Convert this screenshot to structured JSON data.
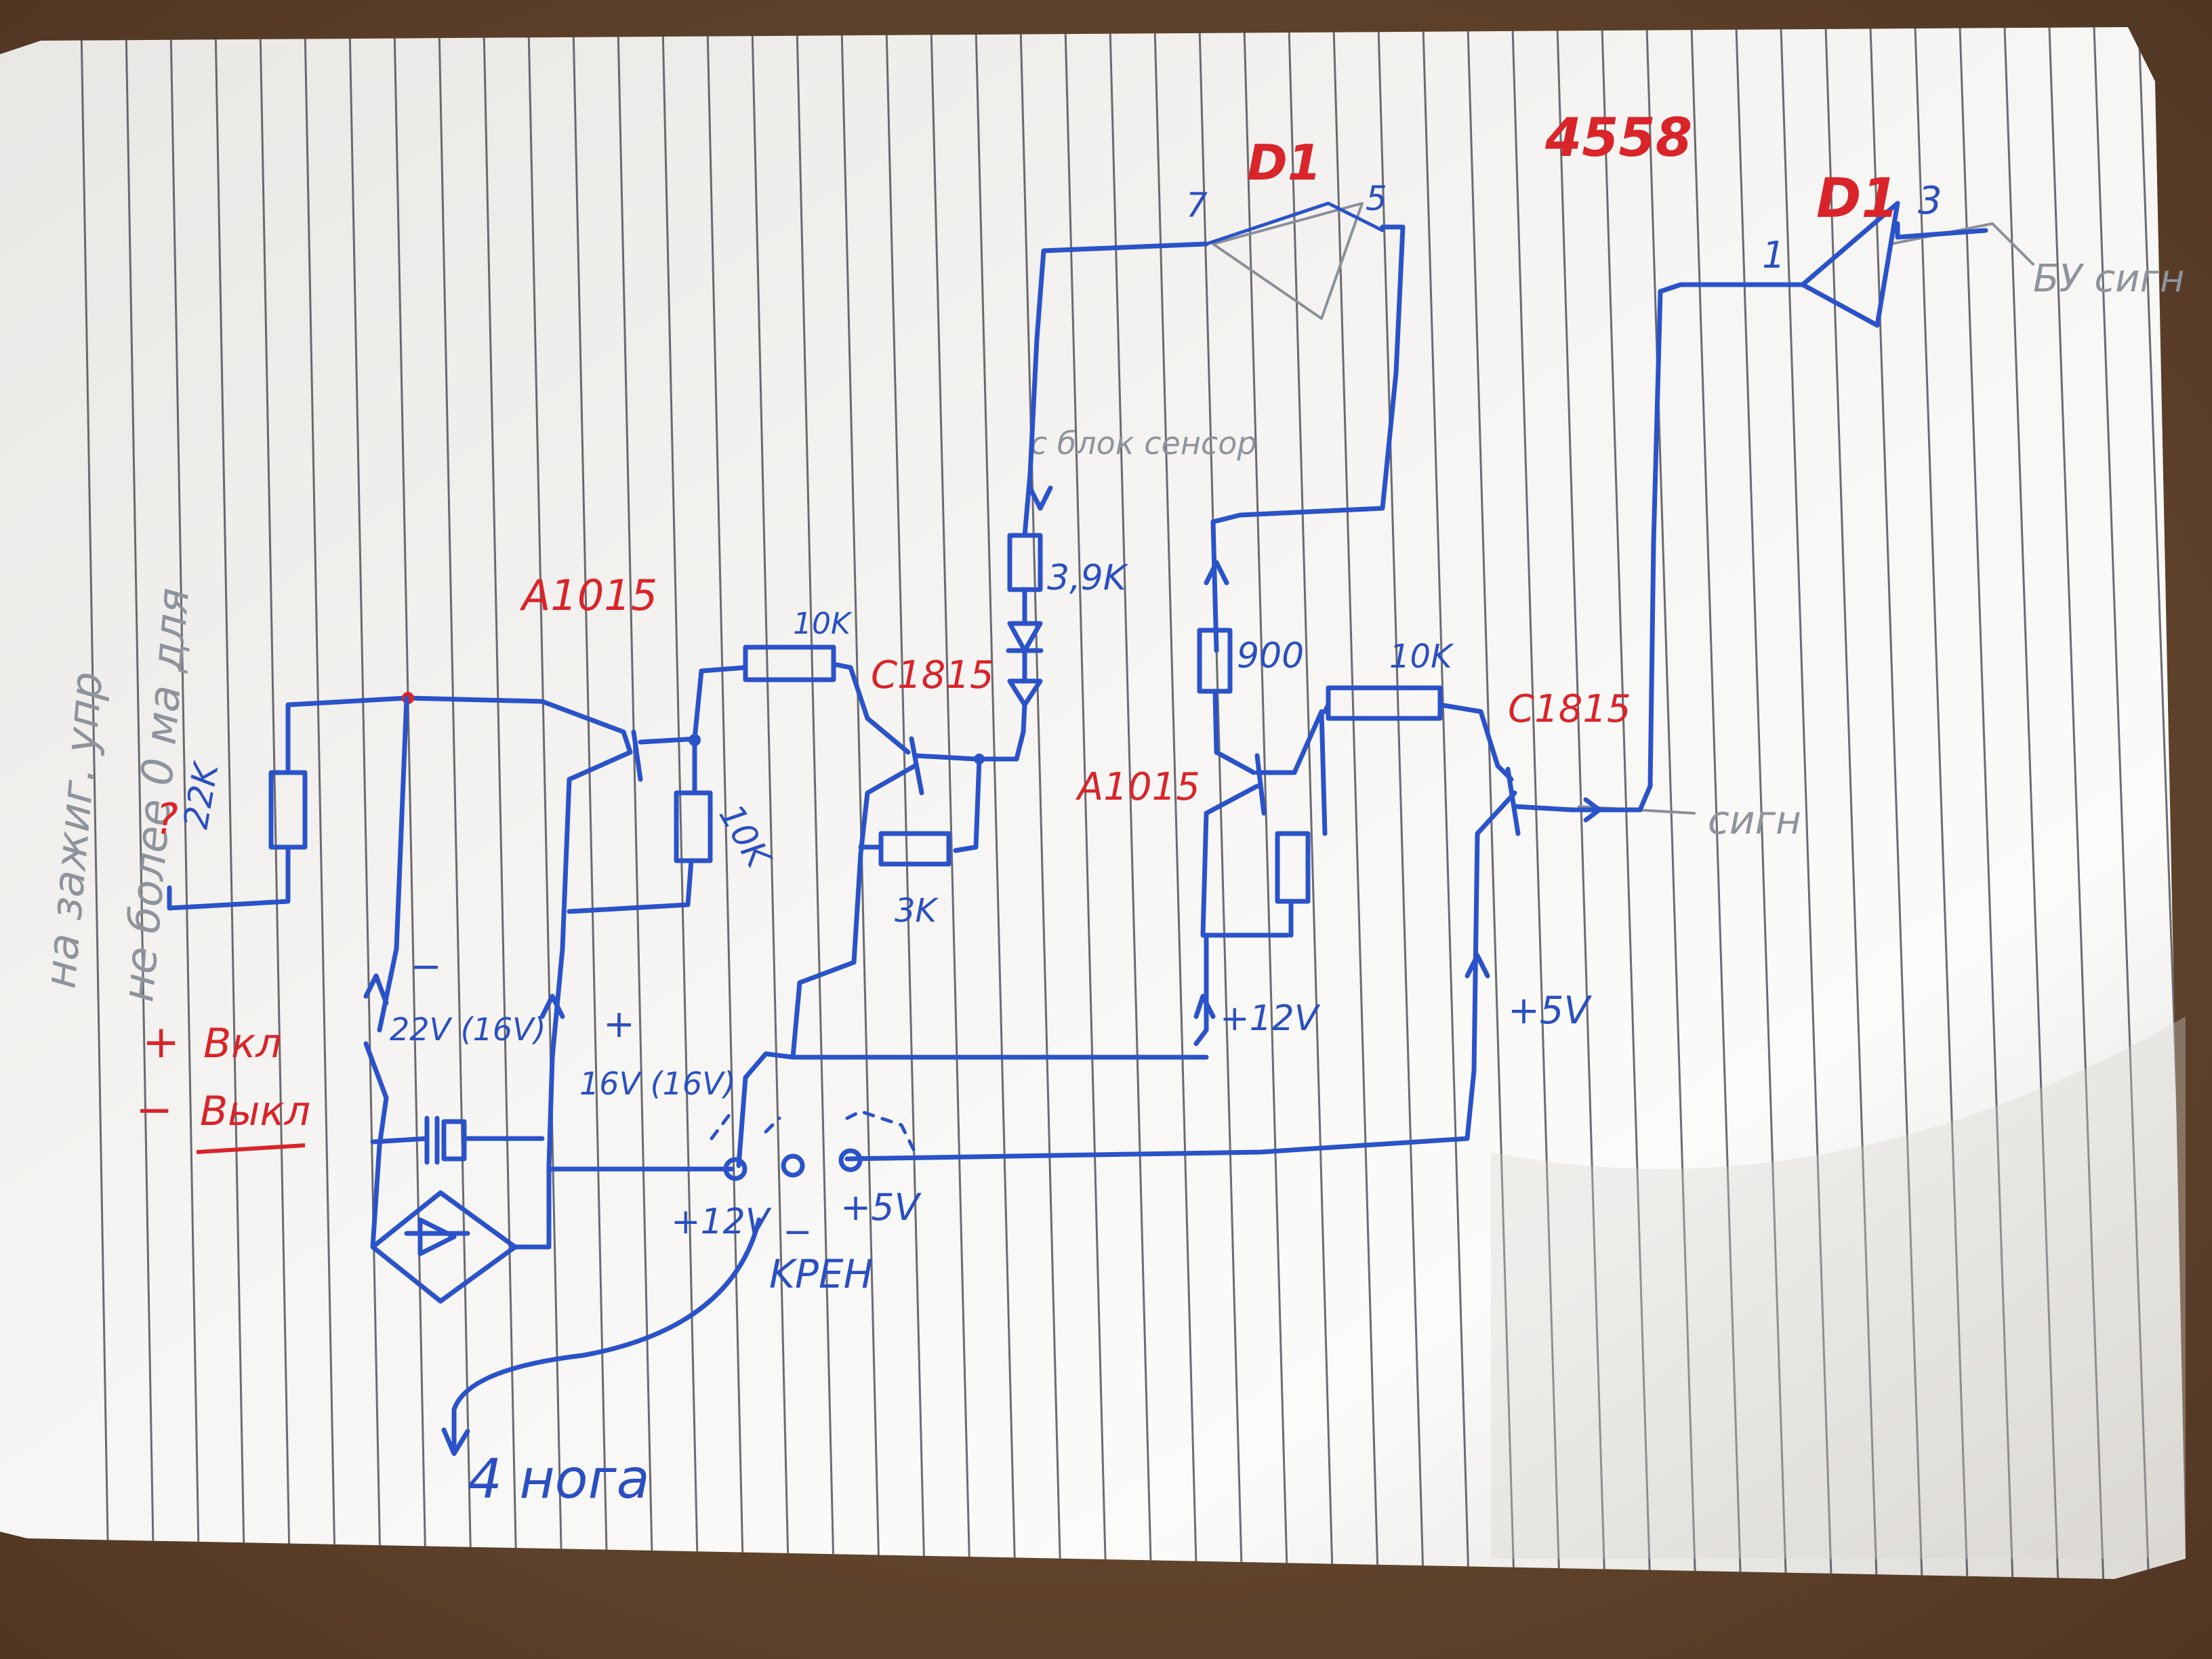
{
  "labels": {
    "top_chip_left": "D1",
    "top_chip_left_pin_in": "7",
    "top_chip_left_pin_out": "5",
    "top_chip_right": "D1",
    "top_chip_right_pin_in": "1",
    "top_chip_right_pin_out": "3",
    "ic_number": "4558",
    "transistor_left": "A1015",
    "transistor_mid": "C1815",
    "transistor_right_pnp": "A1015",
    "transistor_right_npn": "C1815",
    "res_22k": "22K",
    "res_10k_top": "10K",
    "res_10k_vertical": "10K",
    "res_3k": "3K",
    "res_39k": "3,9K",
    "res_900": "900",
    "res_10k_right": "10K",
    "plus_12v_right": "+12V",
    "plus_5v_right": "+5V",
    "plus_12v_bottom": "+12V",
    "minus_bottom": "−",
    "plus_5v_bottom": "+5V",
    "kren": "KPEH",
    "cap_left": "22V (16V)",
    "cap_right": "16V (16V)",
    "cap_minus": "−",
    "cap_plus": "+",
    "vkl": "Вкл",
    "vykl": "Выкл",
    "plus_sign": "+",
    "minus_sign": "−",
    "question": "?",
    "noga": "4 нога",
    "pencil_signal": "сигн",
    "pencil_bu_signal": "БУ сигн",
    "pencil_block_sensor": "с блок сенсор",
    "pencil_side_1": "на зажиг. упр",
    "pencil_side_2": "не более 0 ма для"
  },
  "colors": {
    "ink_blue": "#2a52c9",
    "ink_red": "#d9242a",
    "pencil_gray": "#8a8f98",
    "paper": "#f3f1ee",
    "background": "#6b4a2e"
  }
}
